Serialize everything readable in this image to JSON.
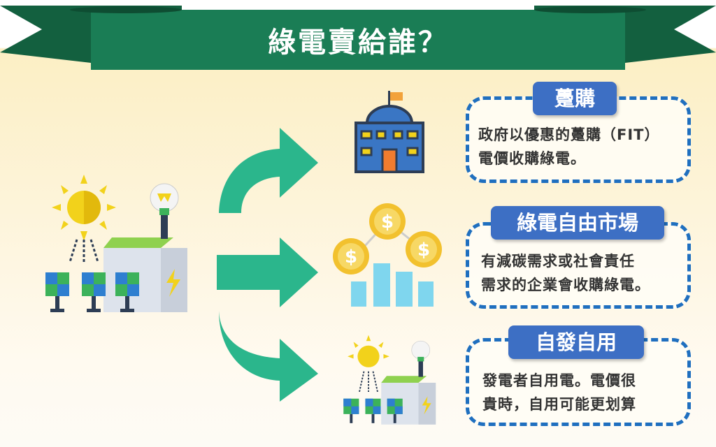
{
  "title": "綠電賣給誰？",
  "options": [
    {
      "label": "躉購",
      "description": [
        "政府以優惠的躉購（FIT）",
        "電價收購綠電。"
      ]
    },
    {
      "label": "綠電自由市場",
      "description": [
        "有減碳需求或社會責任",
        "需求的企業會收購綠電。"
      ]
    },
    {
      "label": "自發自用",
      "description": [
        "發電者自用電。電價很",
        "貴時，自用可能更划算"
      ]
    }
  ],
  "colors": {
    "banner": "#1a7d55",
    "arrow": "#2bb68c",
    "box_border": "#1f6fbf",
    "pill": "#3d6fc4"
  },
  "icons": {
    "dollar": "$"
  }
}
